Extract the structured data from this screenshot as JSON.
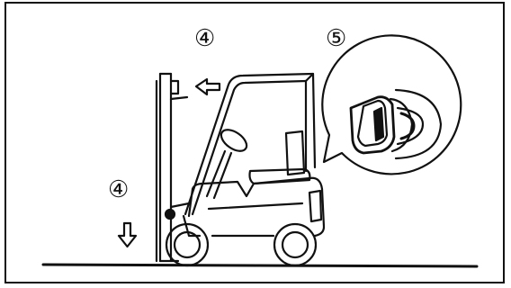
{
  "labels": {
    "tilt_step": "④",
    "lower_step": "④",
    "switch_step": "⑤"
  },
  "colors": {
    "ink": "#111111",
    "paper": "#ffffff"
  },
  "icons": {
    "tilt_arrow": "left-arrow-icon",
    "lower_arrow": "down-arrow-icon",
    "switch_callout": "key-switch-icon"
  }
}
